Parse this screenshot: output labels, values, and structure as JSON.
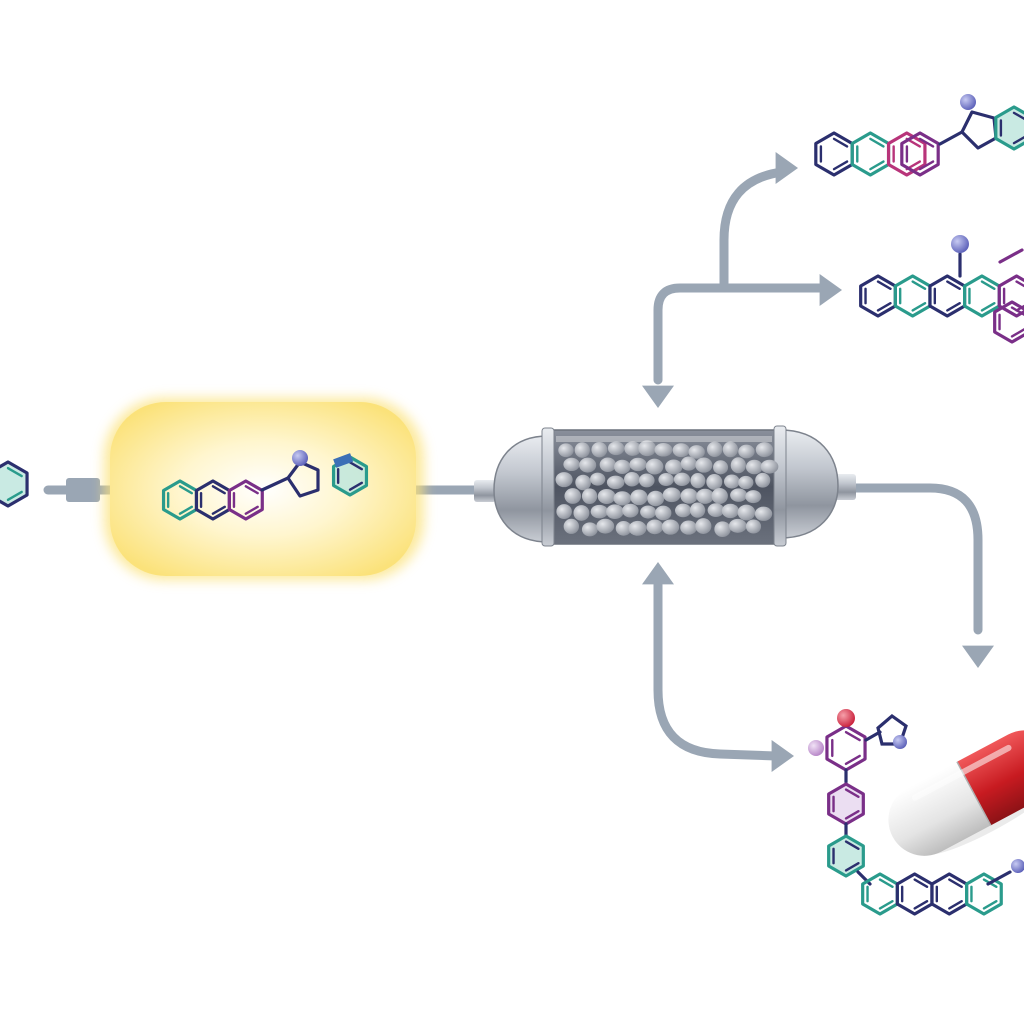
{
  "diagram": {
    "background": "#ffffff",
    "colors": {
      "arrow": "#9aa6b4",
      "glow_inner": "#ffffff",
      "glow_outer": "#fbe27a",
      "bond_navy": "#2b2f6e",
      "bond_teal": "#2a9b8c",
      "bond_purple": "#7a2f88",
      "bond_magenta": "#b8347a",
      "ring_fill": "#bfe6de",
      "atom_blue": "#6f74c9",
      "atom_purple": "#5a35a8",
      "atom_red": "#d8334a",
      "atom_pink": "#c99bd6",
      "column_metal": "#b9bec6",
      "column_body": "#5c6270",
      "bead": "#a9aeb8",
      "capsule_red": "#d21f24",
      "capsule_white": "#f2f2f2"
    },
    "nodes": [
      {
        "id": "feed-molecule",
        "icon": "fused-aromatic-molecule-icon"
      },
      {
        "id": "irradiation-zone",
        "icon": "highlighted-molecule-icon"
      },
      {
        "id": "packed-column",
        "icon": "packed-bed-reactor-icon"
      },
      {
        "id": "product-top",
        "icon": "fused-ring-product-icon"
      },
      {
        "id": "product-middle",
        "icon": "polycyclic-product-icon"
      },
      {
        "id": "product-bottom",
        "icon": "drug-candidate-molecule-icon"
      },
      {
        "id": "drug-capsule",
        "icon": "capsule-pill-icon"
      }
    ],
    "edges": [
      {
        "from": "feed-molecule",
        "to": "irradiation-zone"
      },
      {
        "from": "irradiation-zone",
        "to": "packed-column"
      },
      {
        "from": "product-top",
        "to": "packed-column"
      },
      {
        "from": "packed-column",
        "to": "product-top"
      },
      {
        "from": "packed-column",
        "to": "product-middle"
      },
      {
        "from": "packed-column",
        "to": "product-bottom"
      },
      {
        "from": "packed-column",
        "to": "drug-capsule"
      }
    ]
  }
}
